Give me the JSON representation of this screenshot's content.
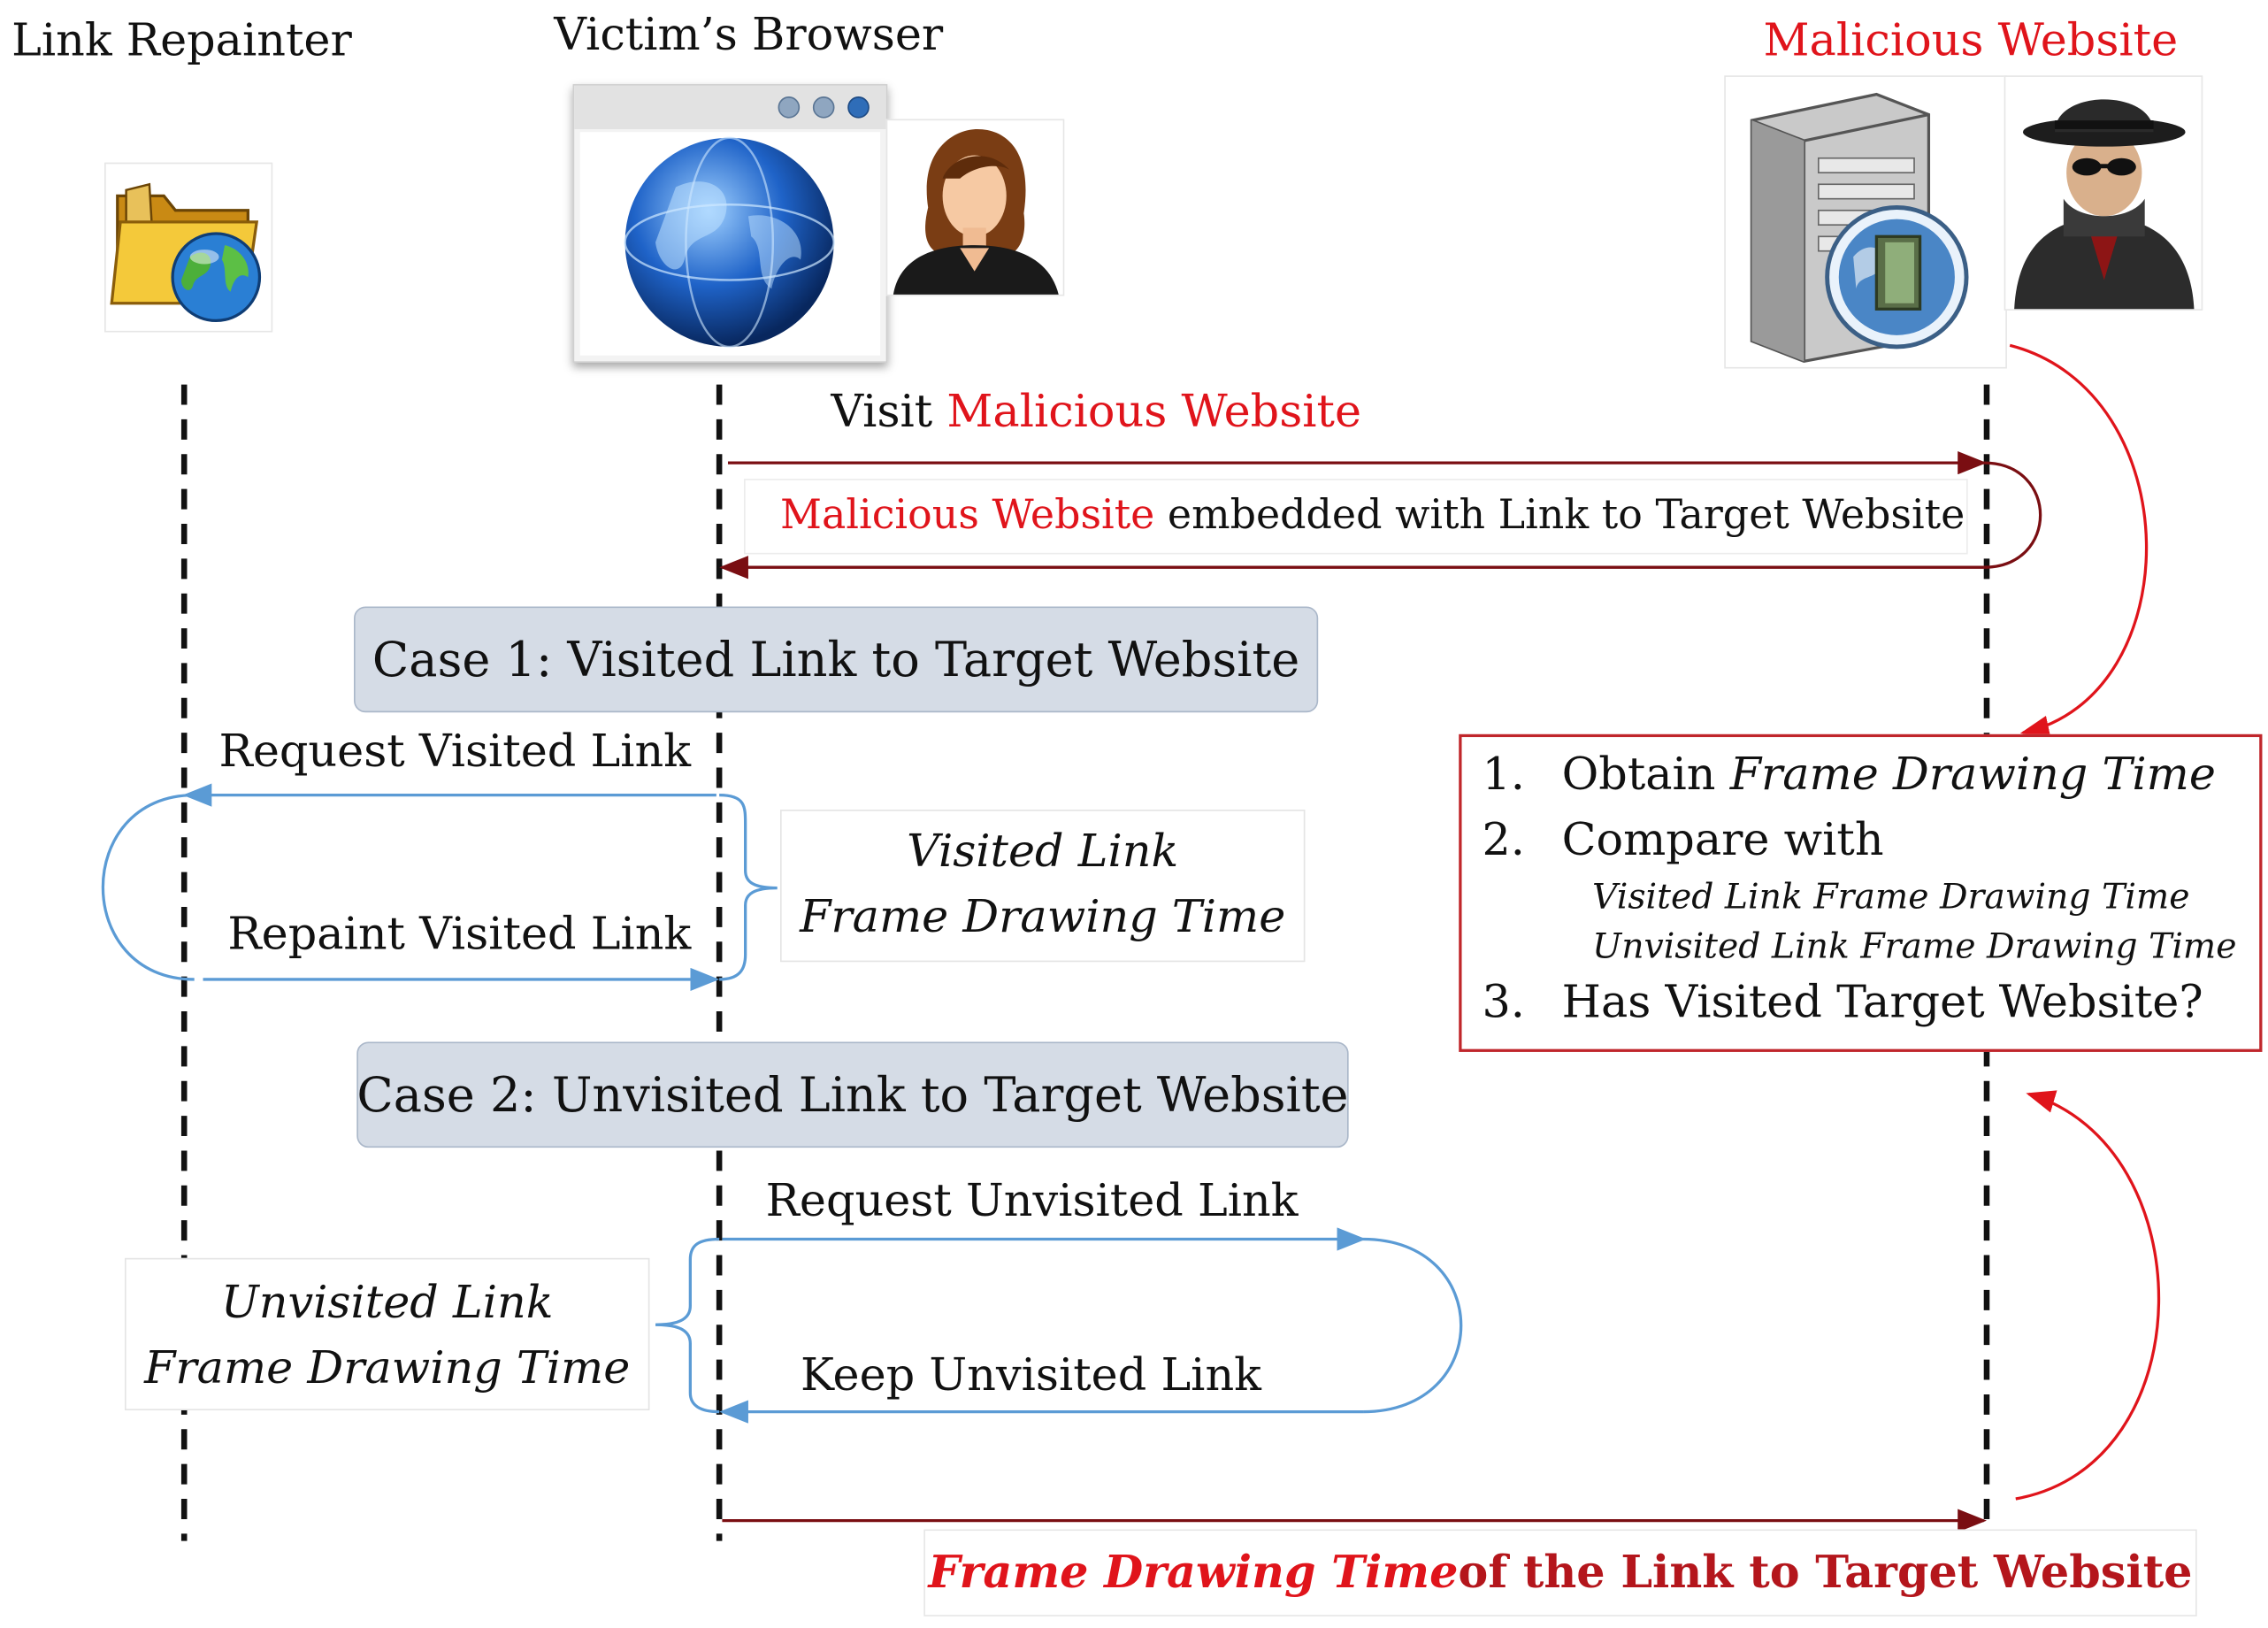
{
  "actors": {
    "repainter": "Link Repainter",
    "browser": "Victim’s Browser",
    "website": "Malicious Website"
  },
  "messages": {
    "visit_prefix": "Visit ",
    "visit_target": "Malicious Website",
    "embedded_prefix": "Malicious Website",
    "embedded_suffix": " embedded with Link to Target Website",
    "request_visited": "Request Visited Link",
    "repaint_visited": "Repaint Visited Link",
    "request_unvisited": "Request Unvisited Link",
    "keep_unvisited": "Keep Unvisited Link"
  },
  "cases": {
    "case1": "Case 1: Visited Link to Target Website",
    "case2": "Case 2: Unvisited Link to Target Website"
  },
  "notes": {
    "visited_line1": "Visited Link",
    "visited_line2": "Frame Drawing Time",
    "unvisited_line1": "Unvisited Link",
    "unvisited_line2": "Frame Drawing Time"
  },
  "steps": {
    "s1_num": "1.",
    "s1_text": "Obtain ",
    "s1_italic": "Frame Drawing Time",
    "s2_num": "2.",
    "s2_text": "Compare with",
    "s2_sub1": "Visited Link Frame Drawing Time",
    "s2_sub2": "Unvisited Link Frame Drawing Time",
    "s3_num": "3.",
    "s3_text": "Has Visited Target Website?"
  },
  "result": {
    "italic": "Frame Drawing Time",
    "rest": " of the Link to Target Website"
  },
  "icons": [
    "folder-globe-icon",
    "browser-globe-icon",
    "user-woman-icon",
    "server-icon",
    "spy-icon"
  ],
  "colors": {
    "arrow_dark_red": "#7a0e12",
    "arrow_blue": "#5b9bd5",
    "arrow_red": "#e0141b",
    "case_fill": "#d5dce6",
    "step_border": "#c0262b"
  }
}
